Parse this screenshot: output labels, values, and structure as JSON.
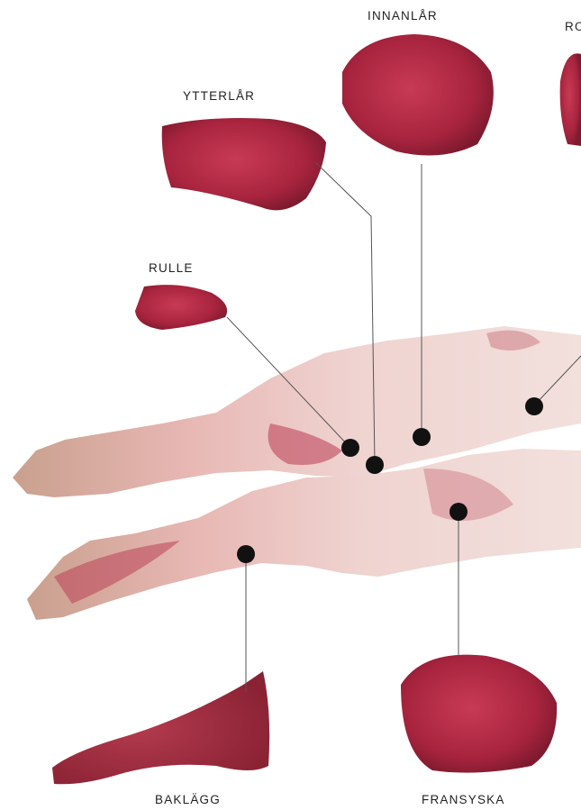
{
  "labels": {
    "innanlar": "INNANLÅR",
    "ro": "RO",
    "ytterlar": "YTTERLÅR",
    "rulle": "RULLE",
    "baklagg": "BAKLÄGG",
    "fransyska": "FRANSYSKA"
  },
  "colors": {
    "background": "#ffffff",
    "meat_red": "#a8243e",
    "meat_light": "#d98a8f",
    "line": "#555555",
    "marker": "#111111"
  }
}
